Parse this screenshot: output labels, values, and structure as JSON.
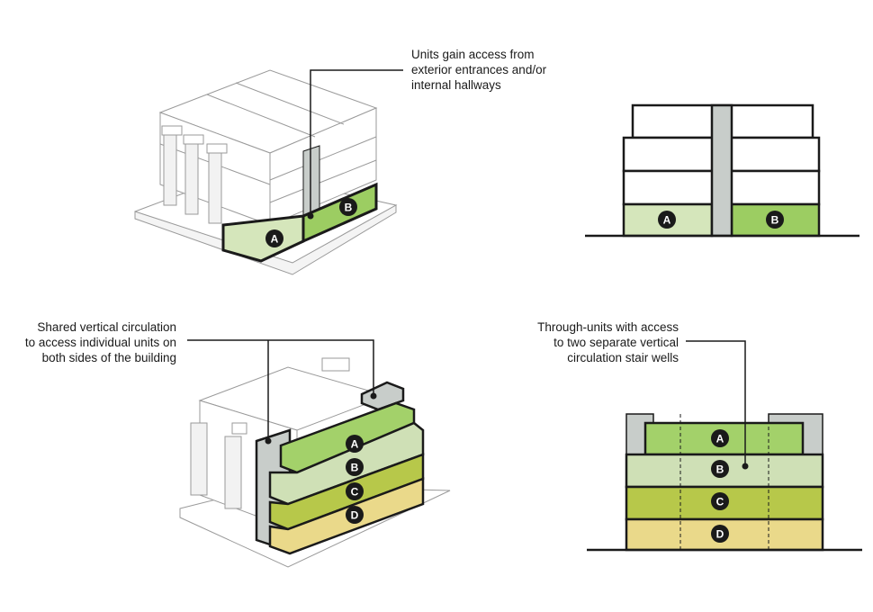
{
  "captions": {
    "top": [
      "Units gain access from",
      "exterior entrances and/or",
      "internal hallways"
    ],
    "middle_left": [
      "Shared vertical circulation",
      "to access individual units on",
      "both sides of the building"
    ],
    "middle_right": [
      "Through-units  with access",
      "to two separate vertical",
      "circulation stair wells"
    ]
  },
  "unit_labels": {
    "a": "A",
    "b": "B",
    "c": "C",
    "d": "D"
  },
  "colors": {
    "unit_a_light": "#d5e6bb",
    "unit_b_green": "#9ccd62",
    "unit_top_green": "#a3d16a",
    "unit_b_pale": "#cfe0b6",
    "unit_c": "#b7c84a",
    "unit_d": "#ead98a",
    "circulation": "#c8cdca",
    "outline": "#1a1a1a",
    "building_line": "#9a9a9a"
  }
}
